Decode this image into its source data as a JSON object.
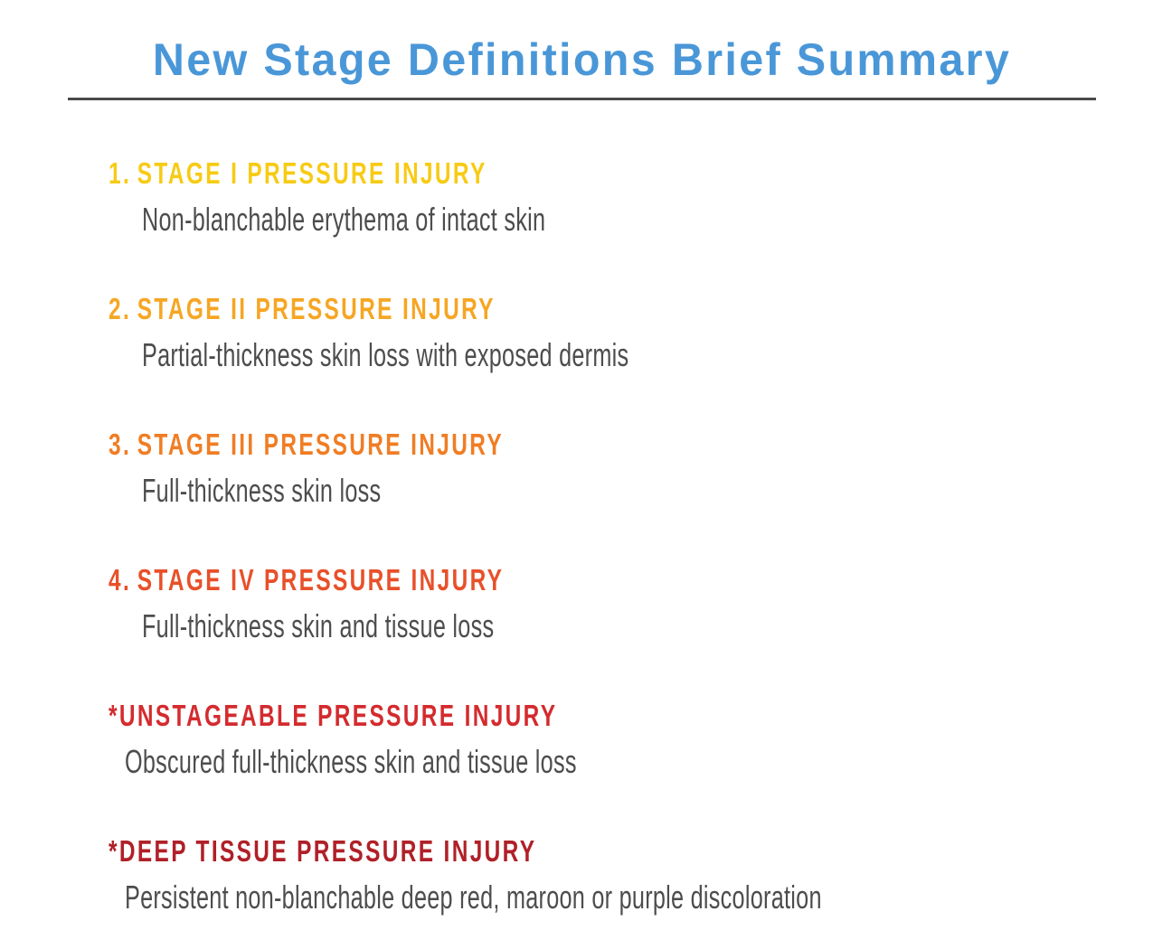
{
  "slide": {
    "title": "New Stage Definitions Brief Summary",
    "title_color": "#4A97D8",
    "rule_color": "#4A4A4A",
    "background_color": "#FFFFFF",
    "description_color": "#4D4D4D"
  },
  "items": [
    {
      "marker": "1.",
      "heading": "STAGE I PRESSURE INJURY",
      "description": "Non-blanchable erythema of intact skin",
      "color": "#F7CB15",
      "style": "numbered"
    },
    {
      "marker": "2.",
      "heading": "STAGE II PRESSURE INJURY",
      "description": "Partial-thickness skin loss with exposed dermis",
      "color": "#F6A623",
      "style": "numbered"
    },
    {
      "marker": "3.",
      "heading": "STAGE III PRESSURE INJURY",
      "description": "Full-thickness skin loss",
      "color": "#F07D24",
      "style": "numbered"
    },
    {
      "marker": "4.",
      "heading": "STAGE IV PRESSURE INJURY",
      "description": "Full-thickness skin and tissue loss",
      "color": "#E8502A",
      "style": "numbered"
    },
    {
      "marker": "*",
      "heading": "UNSTAGEABLE PRESSURE INJURY",
      "description": "Obscured full-thickness skin and tissue loss",
      "color": "#D42B2E",
      "style": "starred"
    },
    {
      "marker": "*",
      "heading": "DEEP TISSUE PRESSURE INJURY",
      "description": "Persistent non-blanchable deep red, maroon or purple discoloration",
      "color": "#B02028",
      "style": "starred"
    }
  ]
}
